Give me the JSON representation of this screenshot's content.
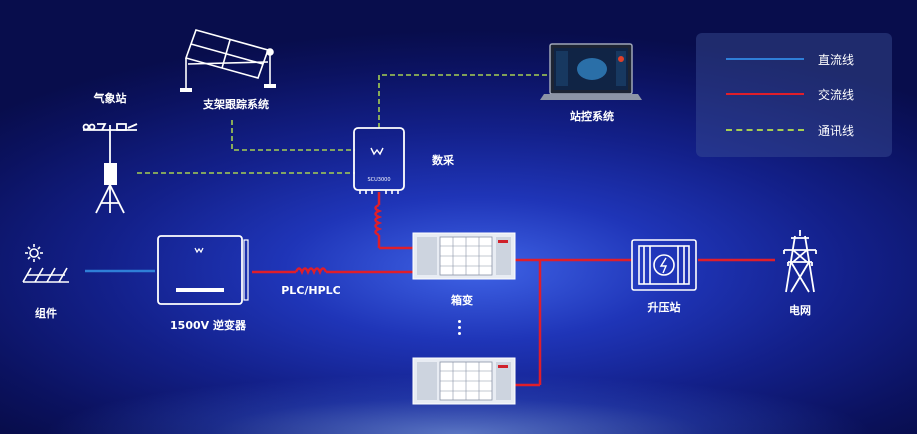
{
  "labels": {
    "weather_station": "气象站",
    "tracker_system": "支架跟踪系统",
    "station_control": "站控系统",
    "data_acquisition": "数采",
    "pv_module": "组件",
    "inverter": "1500V 逆变器",
    "plc": "PLC/HPLC",
    "box_transformer": "箱变",
    "substation": "升压站",
    "grid": "电网",
    "scu_model": "SCU3000"
  },
  "legend": {
    "items": [
      {
        "label": "直流线",
        "color": "#2f7fd8",
        "style": "solid"
      },
      {
        "label": "交流线",
        "color": "#e01e2a",
        "style": "solid"
      },
      {
        "label": "通讯线",
        "color": "#a6cf52",
        "style": "dashed"
      }
    ]
  },
  "colors": {
    "dc": "#2f7fd8",
    "ac": "#e01e2a",
    "comm": "#a6cf52",
    "device_frame": "#ffffff",
    "background": "#13208a"
  }
}
